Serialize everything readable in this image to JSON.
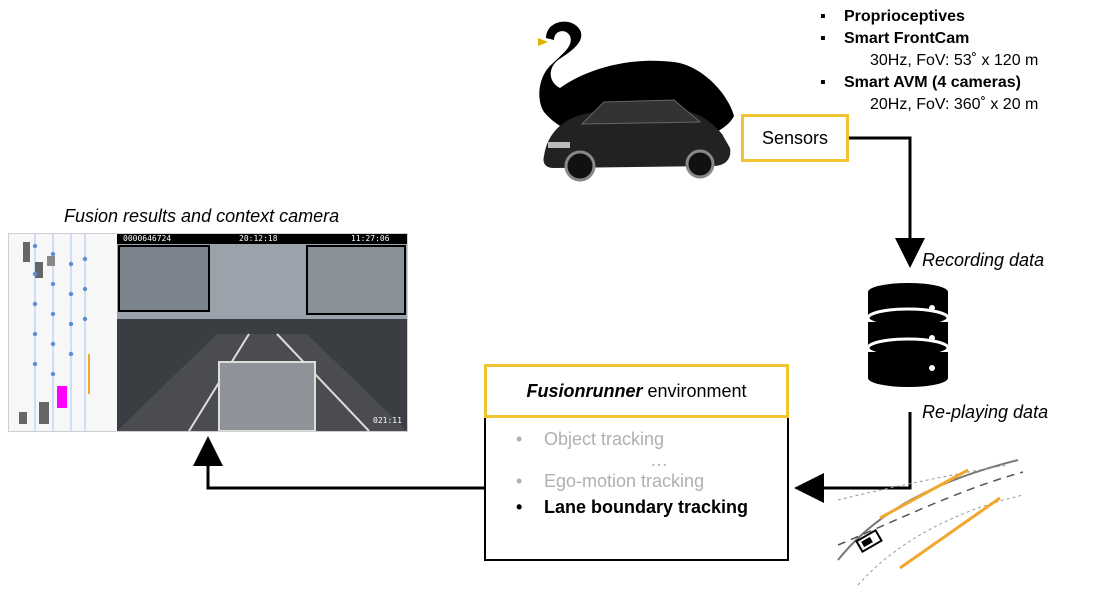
{
  "sensor_specs": {
    "items": [
      {
        "name": "Proprioceptives",
        "detail": ""
      },
      {
        "name": "Smart FrontCam",
        "detail": "30Hz, FoV: 53˚ x 120 m"
      },
      {
        "name": "Smart AVM (4 cameras)",
        "detail": "20Hz, FoV: 360˚ x 20 m"
      }
    ],
    "bullet": "▪"
  },
  "sensors_box": {
    "label": "Sensors"
  },
  "recording": {
    "label": "Recording data"
  },
  "replaying": {
    "label": "Re-playing data"
  },
  "fusion_panel": {
    "caption": "Fusion results and context camera"
  },
  "camera_overlay": {
    "id": "0000646724",
    "date": "20:12:18",
    "time": "11:27:06",
    "frame": "021:11"
  },
  "environment": {
    "title_bold": "Fusionrunner",
    "title_rest": " environment",
    "tasks": [
      {
        "label": "Object tracking",
        "state": "inactive"
      },
      {
        "label": "Ego-motion tracking",
        "state": "inactive"
      },
      {
        "label": "Lane boundary tracking",
        "state": "active"
      }
    ],
    "ellipsis": "…",
    "bullet": "•"
  },
  "colors": {
    "accent_yellow": "#f0c330",
    "track_magenta": "#ff00ff",
    "lane_orange": "#f0a830",
    "inactive_grey": "#b0b0b0"
  }
}
